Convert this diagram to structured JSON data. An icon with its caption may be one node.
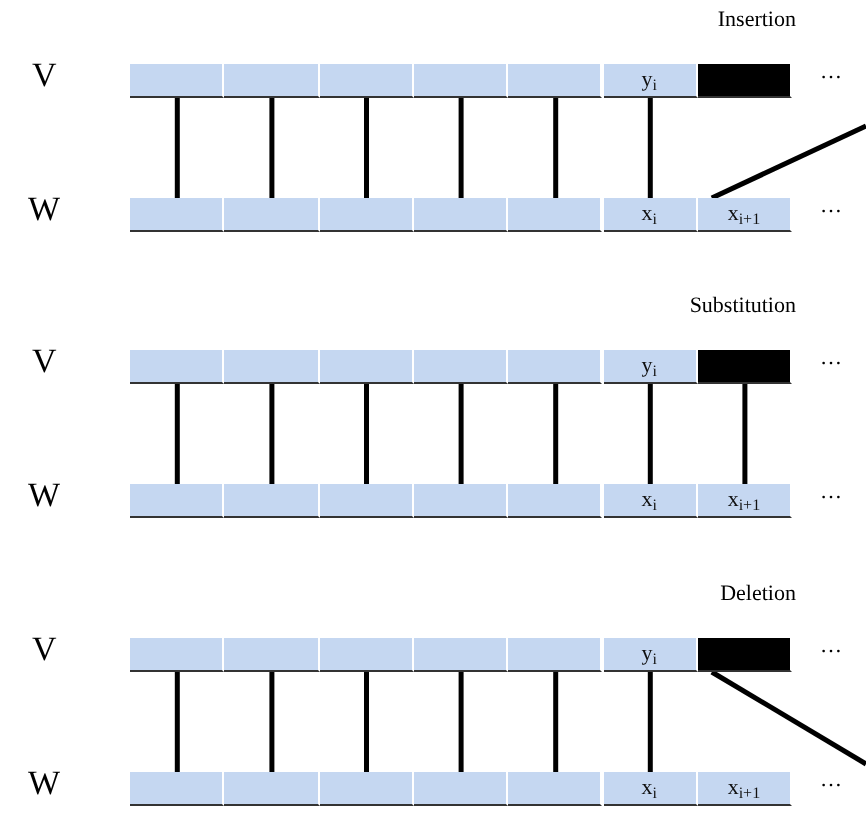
{
  "diagram": {
    "nodes": [
      {
        "text": [],
        "shape": "box"
      },
      {
        "text": [],
        "shape": "box"
      },
      {
        "text": [],
        "shape": "box"
      },
      {
        "text": [],
        "shape": "box"
      },
      {
        "text": [],
        "shape": "box"
      },
      {
        "text": [
          "y$_{i}$"
        ]
      },
      {
        "text": [],
        "shape": "box"
      },
      {
        "text": [],
        "shape": "box"
      },
      {
        "text": [],
        "shape": "box"
      },
      {
        "text": [],
        "shape": "box"
      },
      {
        "text": [],
        "shape": "box"
      },
      {
        "text": [],
        "shape": "box"
      },
      {
        "text": [
          "x$_{i}$"
        ]
      },
      {
        "text": [
          "x$_{i+1}$"
        ]
      },
      {
        "text": [],
        "shape": "box"
      },
      {
        "text": [],
        "shape": "box"
      },
      {
        "text": [],
        "shape": "box"
      },
      {
        "text": [],
        "shape": "box"
      },
      {
        "text": [],
        "shape": "box"
      },
      {
        "text": [
          "y$_{i}$"
        ]
      },
      {
        "text": [],
        "shape": "box"
      },
      {
        "text": [],
        "shape": "box"
      },
      {
        "text": [],
        "shape": "box"
      },
      {
        "text": [],
        "shape": "box"
      },
      {
        "text": [],
        "shape": "box"
      },
      {
        "text": [],
        "shape": "box"
      },
      {
        "text": [
          "x$_{i}$"
        ]
      },
      {
        "text": [
          "x$_{i+1}$"
        ]
      },
      {
        "text": [],
        "shape": "box"
      },
      {
        "text": [],
        "shape": "box"
      },
      {
        "text": [],
        "shape": "box"
      },
      {
        "text": [],
        "shape": "box"
      },
      {
        "text": [],
        "shape": "box"
      },
      {
        "text": [
          "y$_{i}$"
        ]
      },
      {
        "text": [],
        "shape": "box"
      },
      {
        "text": [],
        "shape": "box"
      },
      {
        "text": [],
        "shape": "box"
      },
      {
        "text": [],
        "shape": "box"
      },
      {
        "text": [],
        "shape": "box"
      },
      {
        "text": [],
        "shape": "box"
      },
      {
        "text": [
          "x$_{i}$"
        ]
      },
      {
        "text": [
          "x$_{i+1}$"
        ]
      }
    ],
    "edges": [
      {
        "from": 0,
        "to": 7,
        "arrow": "none"
      },
      {
        "from": 1,
        "to": 8,
        "arrow": "none"
      },
      {
        "from": 2,
        "to": 9,
        "arrow": "none"
      },
      {
        "from": 3,
        "to": 10,
        "arrow": "none"
      },
      {
        "from": 4,
        "to": 11,
        "arrow": "none"
      },
      {
        "from": 5,
        "to": 12,
        "arrow": "none"
      },
      {
        "from": 13,
        "to": null,
        "arrow": "none"
      },
      {
        "from": 14,
        "to": 21,
        "arrow": "none"
      },
      {
        "from": 15,
        "to": 22,
        "arrow": "none"
      },
      {
        "from": 16,
        "to": 23,
        "arrow": "none"
      },
      {
        "from": 17,
        "to": 24,
        "arrow": "none"
      },
      {
        "from": 18,
        "to": 25,
        "arrow": "none"
      },
      {
        "from": 19,
        "to": 26,
        "arrow": "none"
      },
      {
        "from": 20,
        "to": 27,
        "arrow": "none"
      },
      {
        "from": 28,
        "to": 35,
        "arrow": "none"
      },
      {
        "from": 29,
        "to": 36,
        "arrow": "none"
      },
      {
        "from": 30,
        "to": 37,
        "arrow": "none"
      },
      {
        "from": 31,
        "to": 38,
        "arrow": "none"
      },
      {
        "from": 32,
        "to": 39,
        "arrow": "none"
      },
      {
        "from": 33,
        "to": 40,
        "arrow": "none"
      },
      {
        "from": 34,
        "to": null,
        "arrow": "none"
      }
    ],
    "labels": [
      "Insertion",
      "V",
      "…",
      "W",
      "…",
      "Substitution",
      "V",
      "…",
      "W",
      "…",
      "Deletion",
      "V",
      "…",
      "W",
      "…"
    ]
  }
}
